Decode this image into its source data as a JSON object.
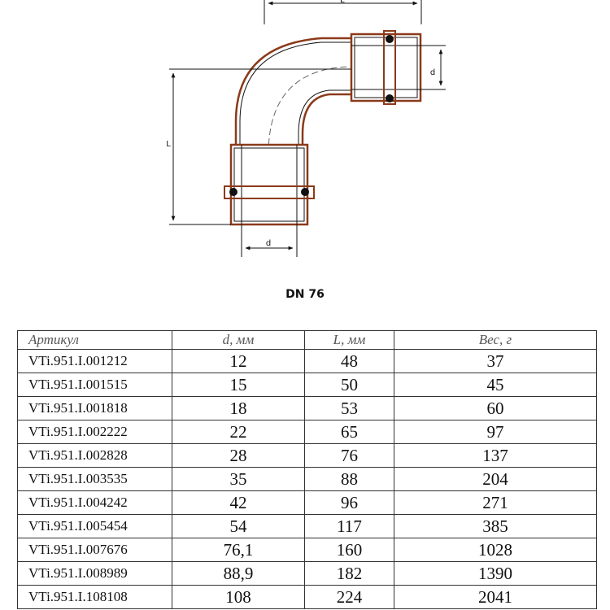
{
  "drawing": {
    "dimension_labels": {
      "length": "L",
      "diameter_bottom": "d",
      "diameter_right": "d",
      "top_partial": "L"
    }
  },
  "caption": "DN 76",
  "table": {
    "headers": [
      "Артикул",
      "d, мм",
      "L, мм",
      "Вес, г"
    ],
    "rows": [
      [
        "VTi.951.I.001212",
        "12",
        "48",
        "37"
      ],
      [
        "VTi.951.I.001515",
        "15",
        "50",
        "45"
      ],
      [
        "VTi.951.I.001818",
        "18",
        "53",
        "60"
      ],
      [
        "VTi.951.I.002222",
        "22",
        "65",
        "97"
      ],
      [
        "VTi.951.I.002828",
        "28",
        "76",
        "137"
      ],
      [
        "VTi.951.I.003535",
        "35",
        "88",
        "204"
      ],
      [
        "VTi.951.I.004242",
        "42",
        "96",
        "271"
      ],
      [
        "VTi.951.I.005454",
        "54",
        "117",
        "385"
      ],
      [
        "VTi.951.I.007676",
        "76,1",
        "160",
        "1028"
      ],
      [
        "VTi.951.I.008989",
        "88,9",
        "182",
        "1390"
      ],
      [
        "VTi.951.I.108108",
        "108",
        "224",
        "2041"
      ]
    ]
  }
}
